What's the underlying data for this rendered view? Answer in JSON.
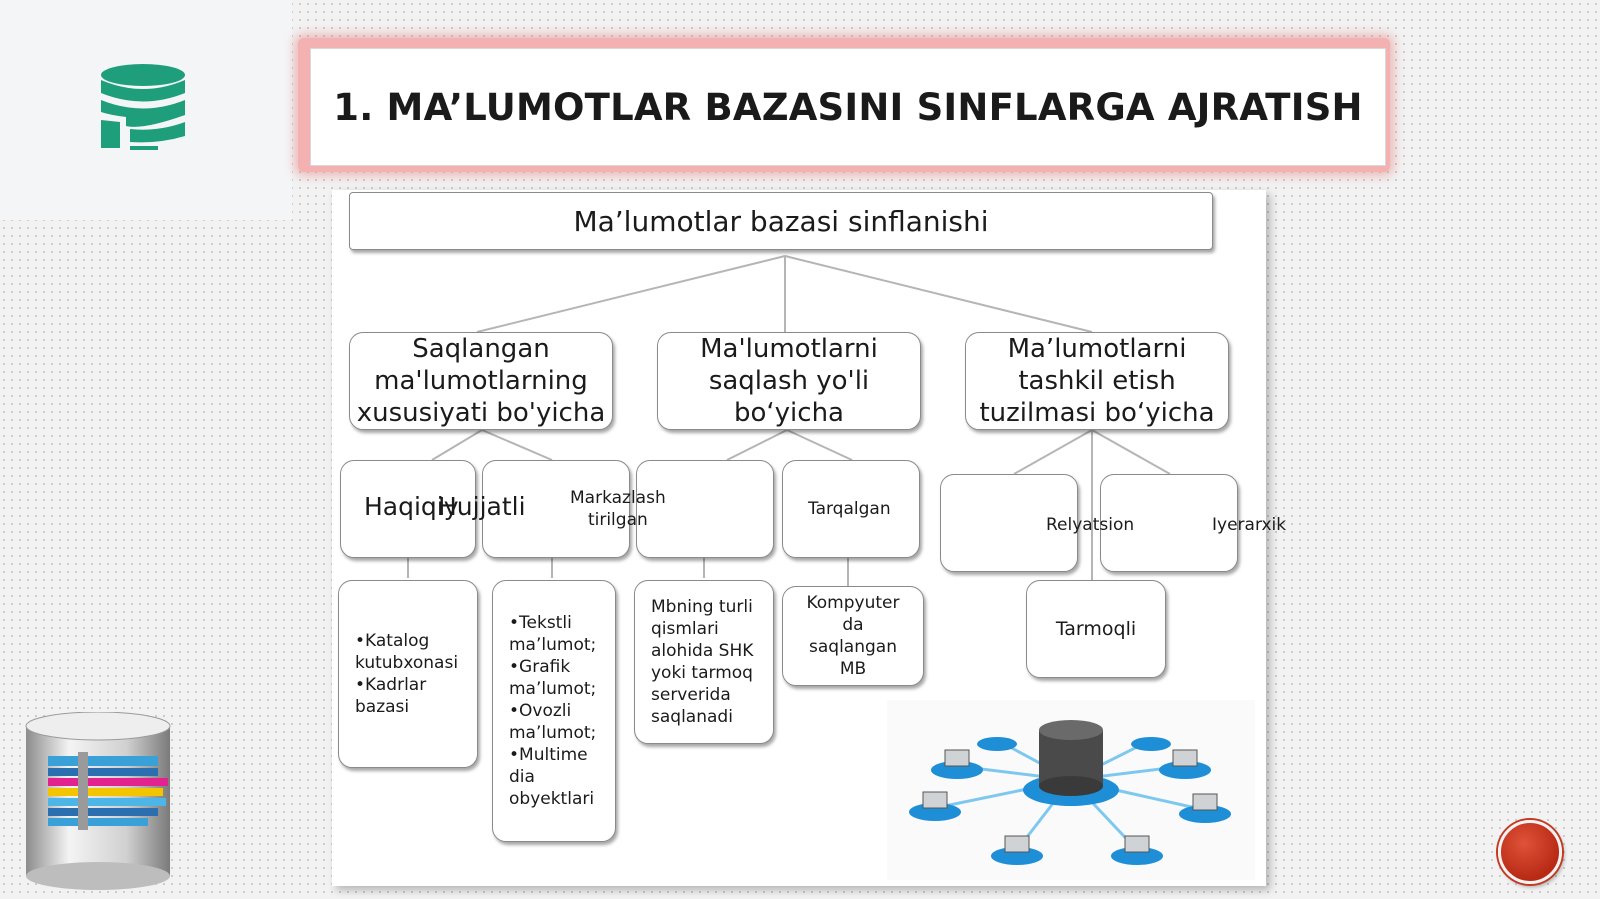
{
  "slide": {
    "title": "1. MA’LUMOTLAR BAZASINI SINFLARGA AJRATISH"
  },
  "diagram": {
    "root": "Ma’lumotlar bazasi sinflanishi",
    "categories": [
      {
        "lines": [
          "Saqlangan",
          "ma'lumotlarning",
          "xususiyati bo'yicha"
        ]
      },
      {
        "lines": [
          "Ma'lumotlarni",
          "saqlash yo'li",
          "bo‘yicha"
        ]
      },
      {
        "lines": [
          "Ma’lumotlarni",
          "tashkil etish",
          "tuzilmasi bo‘yicha"
        ]
      }
    ],
    "types": {
      "haqiqiy": "Haqiqiy",
      "hujjatli": "Hujjatli",
      "markazlash_line1": "Markazlash",
      "markazlash_line2": "tirilgan",
      "tarqalgan": "Tarqalgan",
      "relyatsion": "Relyatsion",
      "iyerarxik": "Iyerarxik",
      "tarmoqli": "Tarmoqli"
    },
    "details": {
      "haqiqiy": [
        "•Katalog",
        "kutubxonasi",
        "•Kadrlar",
        "bazasi"
      ],
      "hujjatli": [
        "•Tekstli",
        "ma’lumot;",
        "•Grafik",
        "ma’lumot;",
        "•Ovozli",
        "ma’lumot;",
        "•Multime",
        "dia",
        "obyektlari"
      ],
      "markazlash": [
        "Mbning turli",
        "qismlari",
        "alohida  SHK",
        "yoki  tarmoq",
        "serverida",
        "saqlanadi"
      ],
      "tarqalgan": [
        "Kompyuter",
        "da",
        "saqlangan",
        "MB"
      ]
    }
  },
  "colors": {
    "title_border": "#f3b1b1",
    "logo_teal": "#1f9e7c",
    "nav_button": "#c23a22",
    "network_blue": "#1e8fd6"
  },
  "icons": {
    "logo": "database-icon",
    "decor": "database-stack-icon",
    "network": "network-database-icon",
    "nav": "next-slide-button"
  }
}
